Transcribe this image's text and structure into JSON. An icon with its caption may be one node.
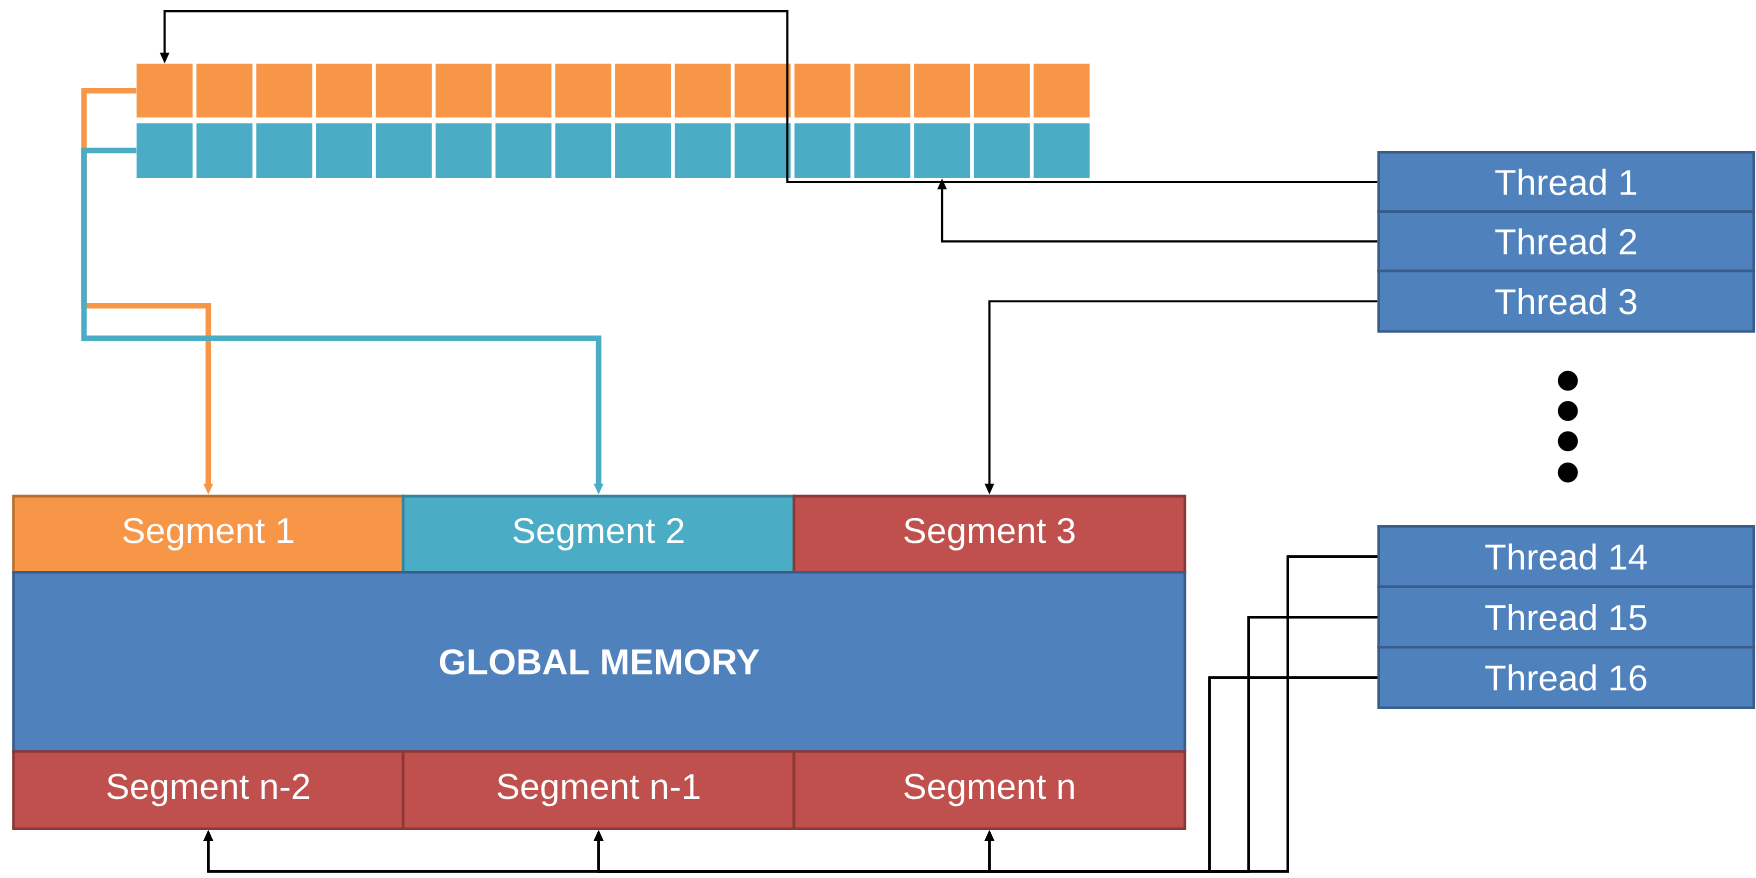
{
  "diagram": {
    "nodes": [
      {
        "text": [],
        "shape": "box"
      },
      {
        "text": [],
        "shape": "box"
      },
      {
        "text": [],
        "shape": "box"
      },
      {
        "text": [],
        "shape": "box"
      },
      {
        "text": [],
        "shape": "box"
      },
      {
        "text": [],
        "shape": "box"
      },
      {
        "text": [],
        "shape": "box"
      },
      {
        "text": [],
        "shape": "box"
      },
      {
        "text": [],
        "shape": "box"
      },
      {
        "text": [],
        "shape": "box"
      },
      {
        "text": [],
        "shape": "box"
      },
      {
        "text": [],
        "shape": "box"
      },
      {
        "text": [],
        "shape": "box"
      },
      {
        "text": [],
        "shape": "box"
      },
      {
        "text": [],
        "shape": "box"
      },
      {
        "text": [],
        "shape": "box"
      },
      {
        "text": [],
        "shape": "box"
      },
      {
        "text": [],
        "shape": "box"
      },
      {
        "text": [],
        "shape": "box"
      },
      {
        "text": [],
        "shape": "box"
      },
      {
        "text": [],
        "shape": "box"
      },
      {
        "text": [],
        "shape": "box"
      },
      {
        "text": [],
        "shape": "box"
      },
      {
        "text": [],
        "shape": "box"
      },
      {
        "text": [],
        "shape": "box"
      },
      {
        "text": [],
        "shape": "box"
      },
      {
        "text": [],
        "shape": "box"
      },
      {
        "text": [],
        "shape": "box"
      },
      {
        "text": [],
        "shape": "box"
      },
      {
        "text": [],
        "shape": "box"
      },
      {
        "text": [],
        "shape": "box"
      },
      {
        "text": [],
        "shape": "box"
      },
      {
        "text": [
          "Segment 1"
        ]
      },
      {
        "text": [
          "Segment 2"
        ]
      },
      {
        "text": [
          "Segment 3"
        ]
      },
      {
        "text": [
          "GLOBAL MEMORY"
        ]
      },
      {
        "text": [
          "Segment n-2"
        ]
      },
      {
        "text": [
          "Segment n-1"
        ]
      },
      {
        "text": [
          "Segment n"
        ]
      },
      {
        "text": [
          "Thread 1"
        ]
      },
      {
        "text": [
          "Thread 2"
        ]
      },
      {
        "text": [
          "Thread 3"
        ]
      },
      {
        "text": [
          "Thread 14"
        ]
      },
      {
        "text": [
          "Thread 15"
        ]
      },
      {
        "text": [
          "Thread 16"
        ]
      }
    ],
    "edges": [
      {
        "from": 39,
        "to": 0,
        "arrow": "to"
      },
      {
        "from": 40,
        "to": 29,
        "arrow": "to"
      },
      {
        "from": 41,
        "to": 34,
        "arrow": "to"
      },
      {
        "from": 0,
        "to": 32,
        "arrow": "to",
        "style": "thick",
        "color": "#f79646"
      },
      {
        "from": 16,
        "to": 33,
        "arrow": "to",
        "style": "thick",
        "color": "#4bacc6"
      },
      {
        "from": 42,
        "to": 36,
        "arrow": "to"
      },
      {
        "from": 42,
        "to": 37,
        "arrow": "to"
      },
      {
        "from": 42,
        "to": 38,
        "arrow": "to"
      },
      {
        "from": 43,
        "to": 36,
        "arrow": "to"
      },
      {
        "from": 43,
        "to": 37,
        "arrow": "to"
      },
      {
        "from": 43,
        "to": 38,
        "arrow": "to"
      },
      {
        "from": 44,
        "to": 36,
        "arrow": "to"
      },
      {
        "from": 44,
        "to": 37,
        "arrow": "to"
      },
      {
        "from": 44,
        "to": 38,
        "arrow": "to"
      }
    ]
  }
}
